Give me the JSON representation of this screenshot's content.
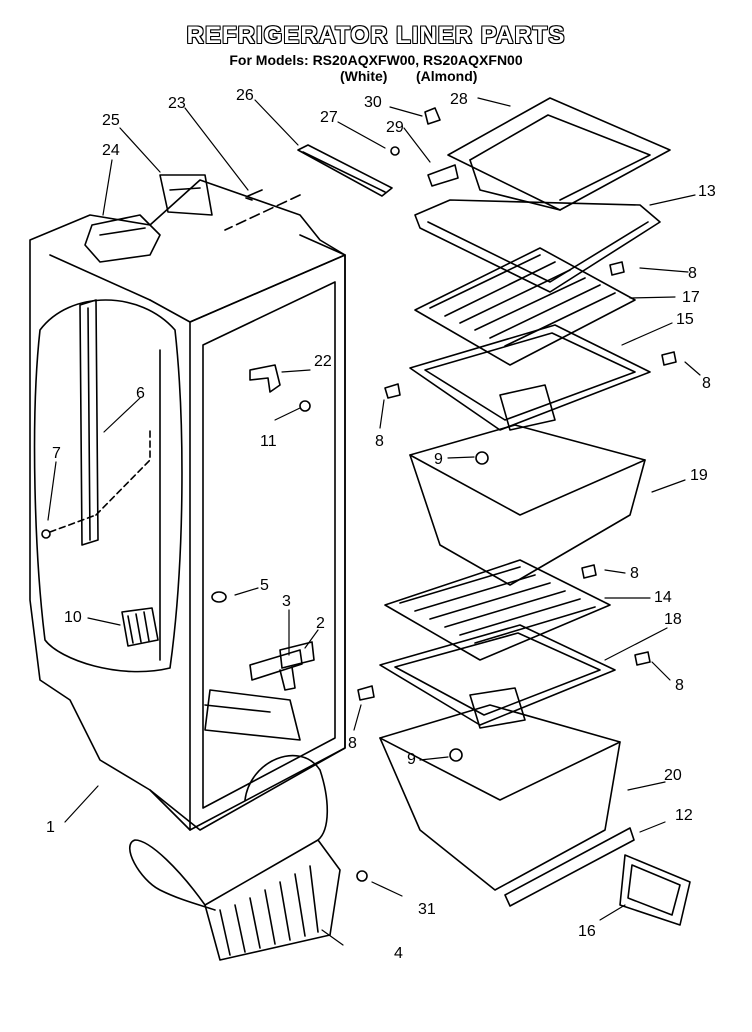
{
  "header": {
    "title": "REFRIGERATOR LINER PARTS",
    "models": "For Models: RS20AQXFW00, RS20AQXFN00",
    "variant_white": "(White)",
    "variant_almond": "(Almond)"
  },
  "callouts": {
    "c1": "1",
    "c2": "2",
    "c3": "3",
    "c4": "4",
    "c5": "5",
    "c6": "6",
    "c7": "7",
    "c8a": "8",
    "c8b": "8",
    "c8c": "8",
    "c8d": "8",
    "c8e": "8",
    "c8f": "8",
    "c9a": "9",
    "c9b": "9",
    "c10": "10",
    "c11": "11",
    "c12": "12",
    "c13": "13",
    "c14": "14",
    "c15": "15",
    "c16": "16",
    "c17": "17",
    "c18": "18",
    "c19": "19",
    "c20": "20",
    "c22": "22",
    "c23": "23",
    "c24": "24",
    "c25": "25",
    "c26": "26",
    "c27": "27",
    "c28": "28",
    "c29": "29",
    "c30": "30",
    "c31": "31"
  }
}
